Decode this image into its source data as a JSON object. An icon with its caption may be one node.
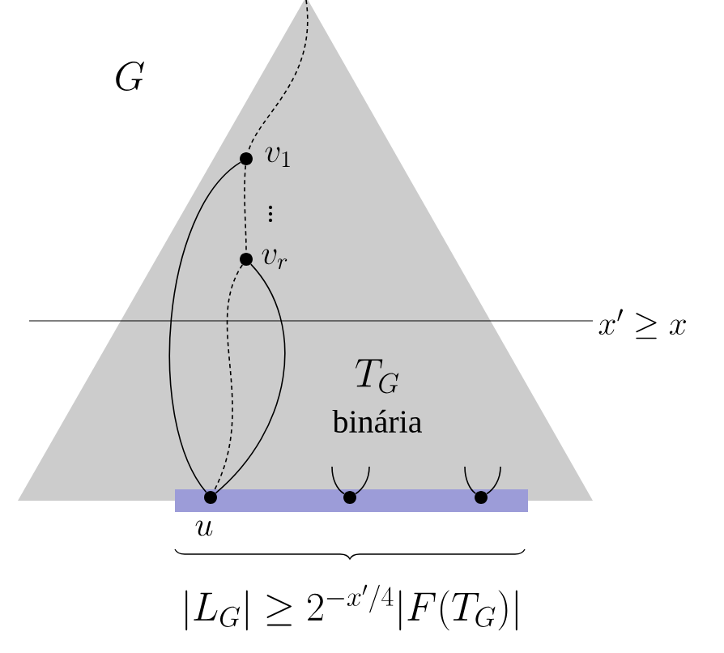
{
  "diagram": {
    "nodes": [
      {
        "text": [
          "G"
        ]
      },
      {
        "text": [],
        "shape": "circle",
        "beside": [
          "v_1"
        ],
        "in": 0
      },
      {
        "text": [],
        "shape": "circle",
        "beside": [
          "v_r"
        ],
        "in": 0
      },
      {
        "text": [],
        "shape": "bar"
      },
      {
        "text": [],
        "shape": "circle",
        "beside": [
          "u"
        ],
        "in": 3
      },
      {
        "text": [],
        "shape": "circle",
        "in": 3
      },
      {
        "text": [],
        "shape": "circle",
        "in": 3
      }
    ],
    "edges": [
      {
        "from": null,
        "to": 1,
        "arrow": "none",
        "style": "dashed"
      },
      {
        "from": 1,
        "to": 4,
        "arrow": "none"
      },
      {
        "from": 1,
        "to": 2,
        "arrow": "none",
        "style": "dashed"
      },
      {
        "from": 2,
        "to": 4,
        "arrow": "none"
      },
      {
        "from": 2,
        "to": 4,
        "arrow": "none",
        "style": "dashed"
      },
      {
        "from": null,
        "to": 5,
        "arrow": "none"
      },
      {
        "from": null,
        "to": 5,
        "arrow": "none"
      },
      {
        "from": null,
        "to": 6,
        "arrow": "none"
      },
      {
        "from": null,
        "to": 6,
        "arrow": "none"
      }
    ],
    "labels": [
      "\\vdots",
      "x' \\geq x",
      "T_G",
      "binária",
      "|L_G| \\geq 2^{-x'/4}|F(T_G)|"
    ]
  }
}
